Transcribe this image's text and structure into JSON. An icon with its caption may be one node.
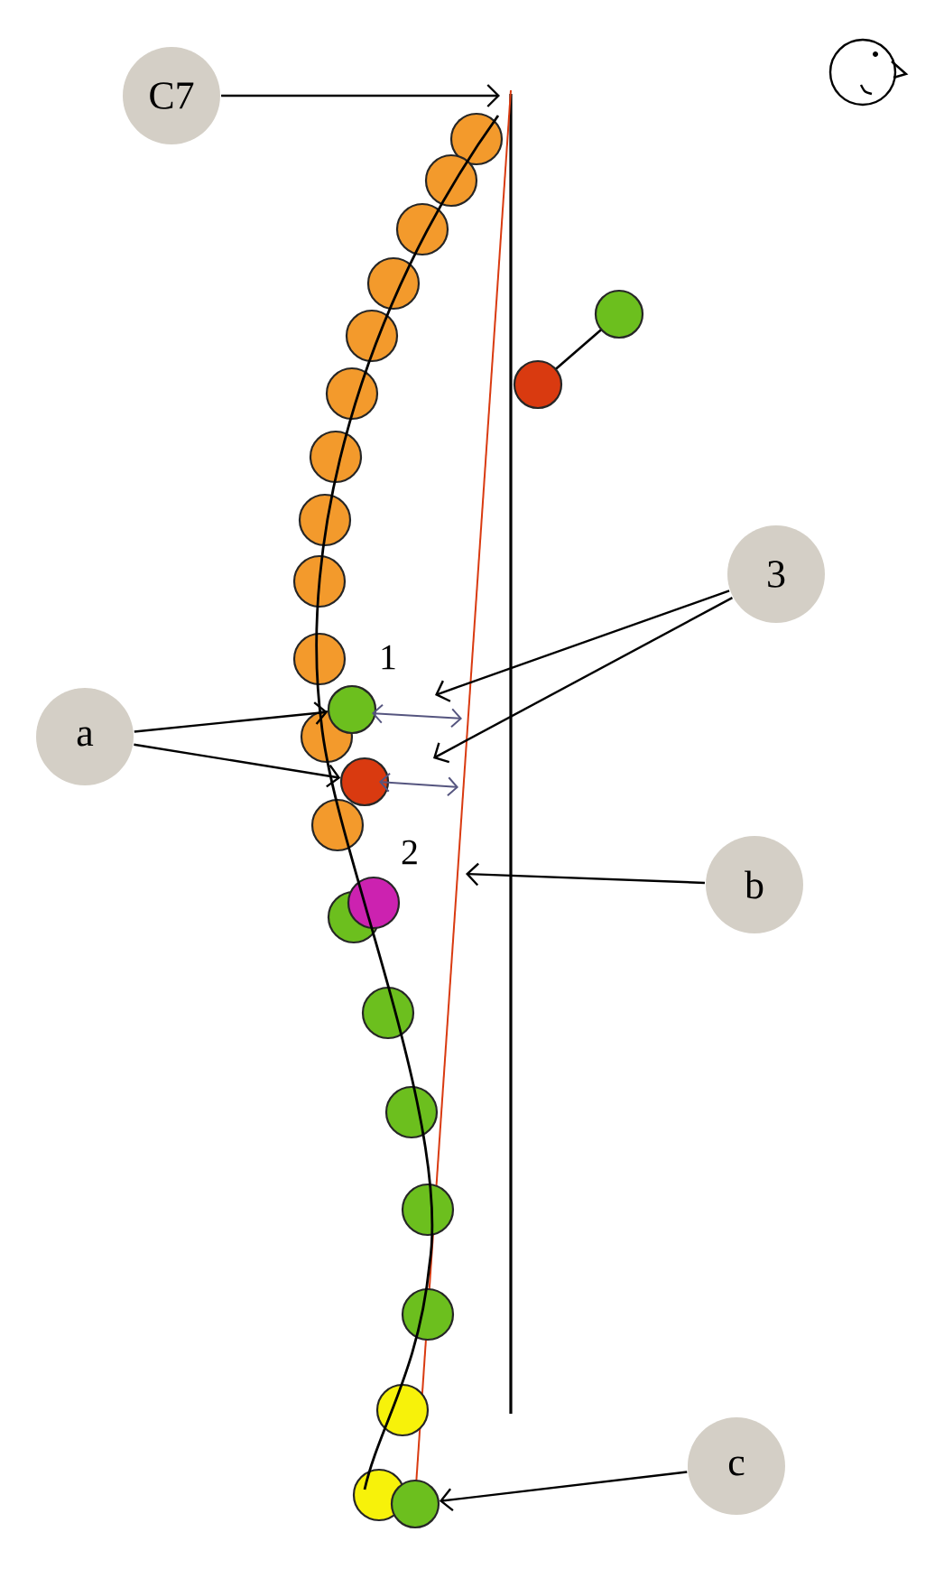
{
  "diagram": {
    "nodes": [
      {
        "text": [
          "C7"
        ]
      },
      {
        "text": [
          "3"
        ]
      },
      {
        "text": [
          "a"
        ]
      },
      {
        "text": [],
        "shape": "circle"
      },
      {
        "text": [],
        "shape": "circle"
      },
      {
        "text": [
          "b"
        ]
      },
      {
        "text": [
          "c"
        ]
      },
      {
        "text": [],
        "shape": "circle"
      }
    ],
    "edges": [
      {
        "from": 0,
        "to": null,
        "arrow": "to"
      },
      {
        "from": 1,
        "to": null,
        "arrow": "to"
      },
      {
        "from": 1,
        "to": null,
        "arrow": "to"
      },
      {
        "from": 2,
        "to": 3,
        "arrow": "to"
      },
      {
        "from": 2,
        "to": 4,
        "arrow": "to"
      },
      {
        "from": 5,
        "to": null,
        "arrow": "to"
      },
      {
        "from": 6,
        "to": 7,
        "arrow": "to"
      }
    ],
    "labels": [
      "1",
      "2"
    ]
  }
}
